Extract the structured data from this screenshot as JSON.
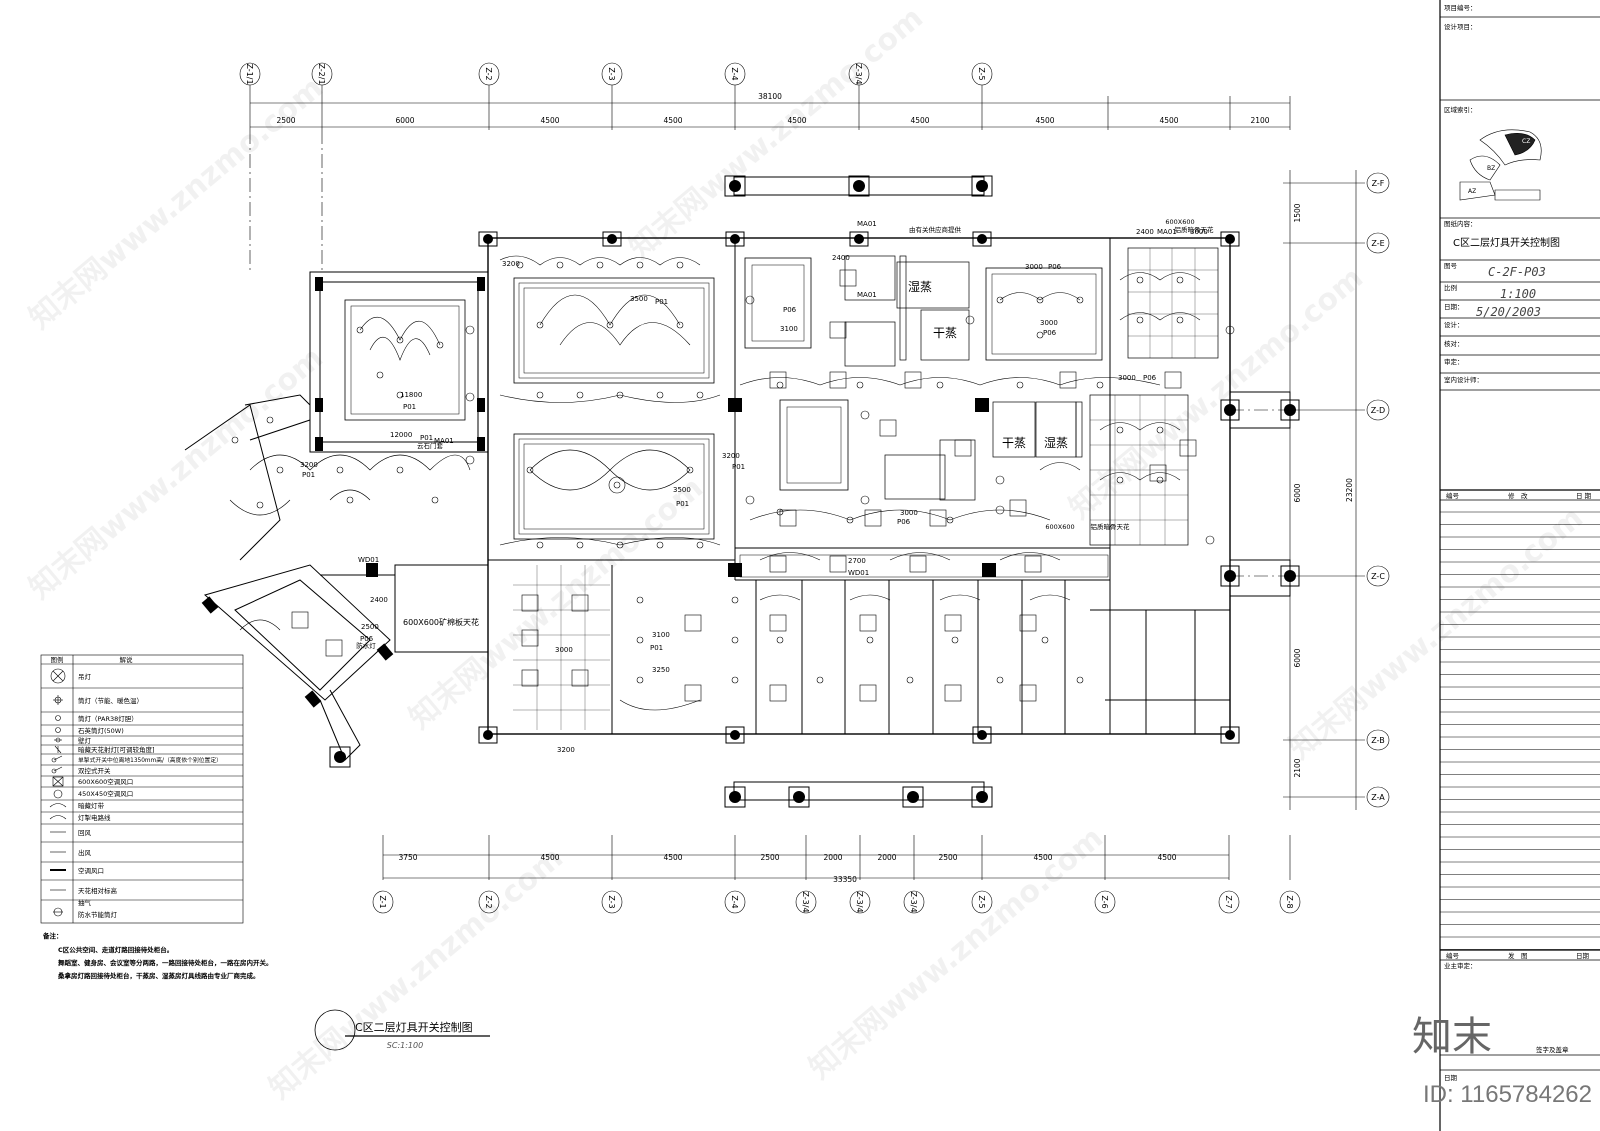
{
  "grid_top": {
    "axes": [
      "Z-1/1",
      "Z-2/1",
      "Z-2",
      "Z-3",
      "Z-4",
      "Z-3/4",
      "Z-5"
    ],
    "total": "38100",
    "spans": [
      "2500",
      "6000",
      "4500",
      "4500",
      "4500",
      "4500",
      "4500",
      "4500",
      "2100"
    ]
  },
  "grid_bottom": {
    "axes": [
      "Z-1",
      "Z-2",
      "Z-3",
      "Z-4",
      "Z-3/4",
      "Z-3/4",
      "Z-3/4",
      "Z-5",
      "Z-6",
      "Z-7",
      "Z-8"
    ],
    "total": "33350",
    "spans": [
      "3750",
      "4500",
      "4500",
      "2500",
      "2000",
      "2000",
      "2500",
      "4500",
      "4500"
    ]
  },
  "grid_right": {
    "axes": [
      "Z-F",
      "Z-E",
      "Z-D",
      "Z-C",
      "Z-B",
      "Z-A"
    ],
    "total": "23200",
    "spans": [
      "1500",
      "6000",
      "6000",
      "2100"
    ]
  },
  "rooms": {
    "wet1": "湿蒸",
    "dry1": "干蒸",
    "dry2": "干蒸",
    "wet2": "湿蒸",
    "ceiling": "600X600矿棉板天花",
    "gate": "云石门套"
  },
  "notes_plan": {
    "gas": "由有关供应商提供",
    "edge1": "铝质暗骨天花",
    "edge2": "铝质暗骨天花",
    "tile1": "600X600",
    "tile2": "600X600",
    "wp": "防水灯"
  },
  "heights": {
    "h3200": "3200",
    "h3500": "3500",
    "h11800": "11800",
    "h12000": "12000",
    "h3200b": "3200",
    "h3500b": "3500",
    "h3100": "3100",
    "h2400": "2400",
    "h3000": "3000",
    "h3000b": "3000",
    "h3000c": "3000",
    "h2400b": "2400",
    "h3000d": "3000",
    "h3200c": "3200",
    "h2700": "2700",
    "h2500": "2500",
    "h2400c": "2400",
    "h3000e": "3000",
    "h3100b": "3100",
    "h3250": "3250",
    "h3200d": "3200",
    "h2400d": "2400"
  },
  "tags": {
    "p01": "P01",
    "p06": "P06",
    "ma01": "MA01",
    "wd01": "WD01",
    "p01b": "P01",
    "p01c": "P01",
    "p01d": "P01",
    "p01e": "P01",
    "p06b": "P06",
    "p06c": "P06",
    "p06d": "P06",
    "p06e": "P06",
    "ma01b": "MA01",
    "ma01c": "MA01",
    "ma01d": "MA01",
    "wd01b": "WD01",
    "p01f": "P01",
    "p01g": "P01",
    "p06f": "P06"
  },
  "legend": {
    "header": [
      "图例",
      "解说"
    ],
    "items": [
      "吊灯",
      "筒灯（节能、暖色温）",
      "筒灯（PAR38灯胆）",
      "石英筒灯(50W)",
      "壁灯",
      "暗藏天花射灯[可调较角度]",
      "单掣式开关中位离地1350mm高/（高度依个别位置定）",
      "双控式开关",
      "600X600空调风口",
      "450X450空调风口",
      "暗藏灯带",
      "灯掣电路线",
      "回风",
      "出风",
      "空调风口",
      "天花相对标高",
      "抽气",
      "防水节能筒灯"
    ]
  },
  "remarks": {
    "title": "备注：",
    "lines": [
      "C区公共空间、走道灯路回接待处柜台。",
      "舞蹈室、健身房、会议室等分两路，一路回接待处柜台，一路在房内开关。",
      "桑拿房灯路回接待处柜台，干蒸房、湿蒸房灯具线路由专业厂商完成。"
    ]
  },
  "plan_title": {
    "name": "C区二层灯具开关控制图",
    "scale": "SC:1:100"
  },
  "title_block": {
    "project_no": "项目编号：",
    "project_name": "设计项目：",
    "area_index": "区域索引：",
    "area_marks": [
      "CZ",
      "BZ",
      "AZ"
    ],
    "content_label": "图纸内容：",
    "content": "C区二层灯具开关控制图",
    "drawing_no_label": "图号",
    "drawing_no": "C-2F-P03",
    "scale_label": "比例",
    "scale": "1:100",
    "date_label": "日期：",
    "date": "5/20/2003",
    "designer": "设计：",
    "checker": "核对：",
    "approver": "审定：",
    "interior": "室内设计师：",
    "rev_headers": [
      "编号",
      "修　改",
      "日 期"
    ],
    "issue_headers": [
      "编号",
      "发　图",
      "日期"
    ],
    "owner": "业主审定：",
    "sign": "签字及盖章",
    "sign_date": "日期"
  },
  "watermark": {
    "brand": "知末",
    "id": "ID: 1165784262",
    "site": "知末网www.znzmo.com"
  }
}
